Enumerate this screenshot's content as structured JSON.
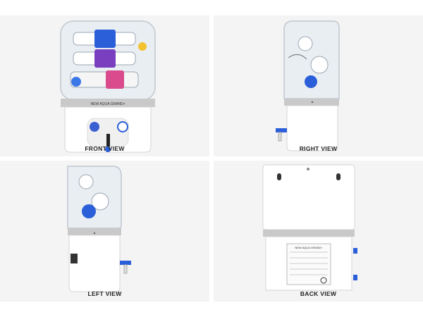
{
  "product": {
    "brand_label": "NEW AQUA GRAND+",
    "views": [
      {
        "id": "front",
        "caption": "FRONT VIEW"
      },
      {
        "id": "right",
        "caption": "RIGHT VIEW"
      },
      {
        "id": "left",
        "caption": "LEFT VIEW"
      },
      {
        "id": "back",
        "caption": "BACK VIEW"
      }
    ],
    "colors": {
      "body": "#ffffff",
      "panel_bg": "#f4f4f4",
      "band": "#c9c9c9",
      "accent_blue": "#2b5fd9"
    }
  }
}
